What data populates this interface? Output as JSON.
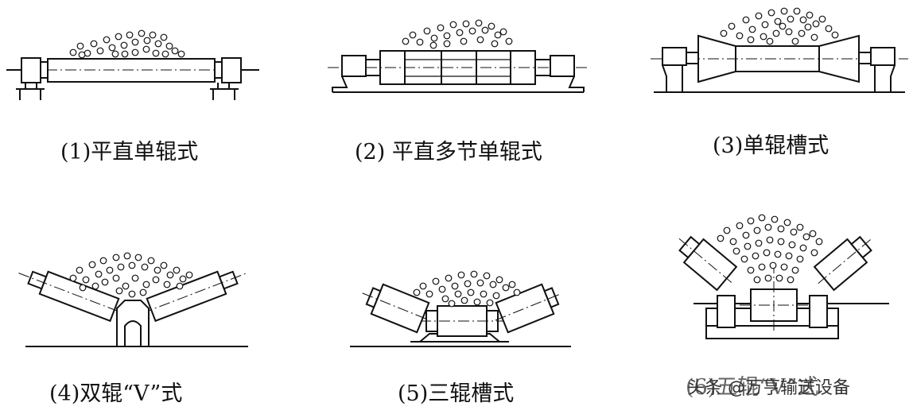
{
  "figures": [
    {
      "id": "fig1",
      "caption": "(1)平直单辊式"
    },
    {
      "id": "fig2",
      "caption": "(2)  平直多节单辊式"
    },
    {
      "id": "fig3",
      "caption": "(3)单辊槽式"
    },
    {
      "id": "fig4",
      "caption": "(4)双辊“V”式"
    },
    {
      "id": "fig5",
      "caption": "(5)三辊槽式"
    },
    {
      "id": "fig6",
      "caption": "(6)五辊“V”式"
    }
  ],
  "watermark": "头条 @万亨输送设备",
  "colors": {
    "line": "#111111",
    "background": "#ffffff"
  }
}
